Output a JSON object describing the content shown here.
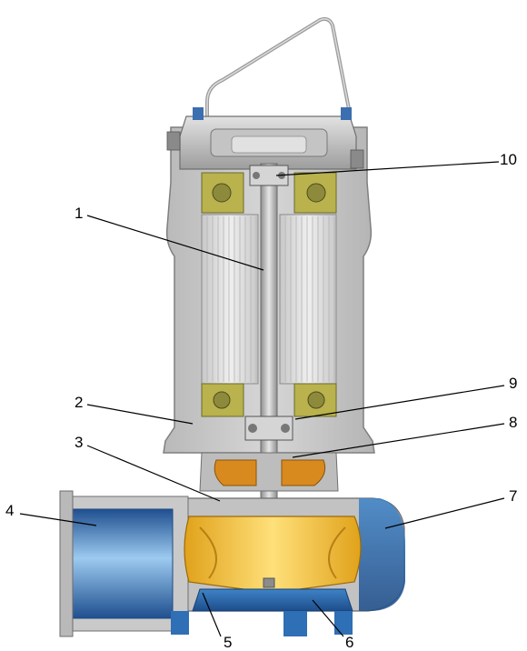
{
  "figure": {
    "colors": {
      "housing": "#c9c9c9",
      "housing_dark": "#a8a8a8",
      "motor_laminations": "#dcdcdc",
      "shaft": "#b8b8b8",
      "impeller": "#f2c12e",
      "impeller_dark": "#c98b12",
      "volute_blue": "#2f6fb5",
      "inlet_blue": "#7fb7e6",
      "coil_olive": "#9c9a4a",
      "seal_orange": "#d98a1e",
      "leader": "#000000"
    },
    "callouts": [
      {
        "id": "c1",
        "label": "1"
      },
      {
        "id": "c2",
        "label": "2"
      },
      {
        "id": "c3",
        "label": "3"
      },
      {
        "id": "c4",
        "label": "4"
      },
      {
        "id": "c5",
        "label": "5"
      },
      {
        "id": "c6",
        "label": "6"
      },
      {
        "id": "c7",
        "label": "7"
      },
      {
        "id": "c8",
        "label": "8"
      },
      {
        "id": "c9",
        "label": "9"
      },
      {
        "id": "c10",
        "label": "10"
      }
    ]
  }
}
